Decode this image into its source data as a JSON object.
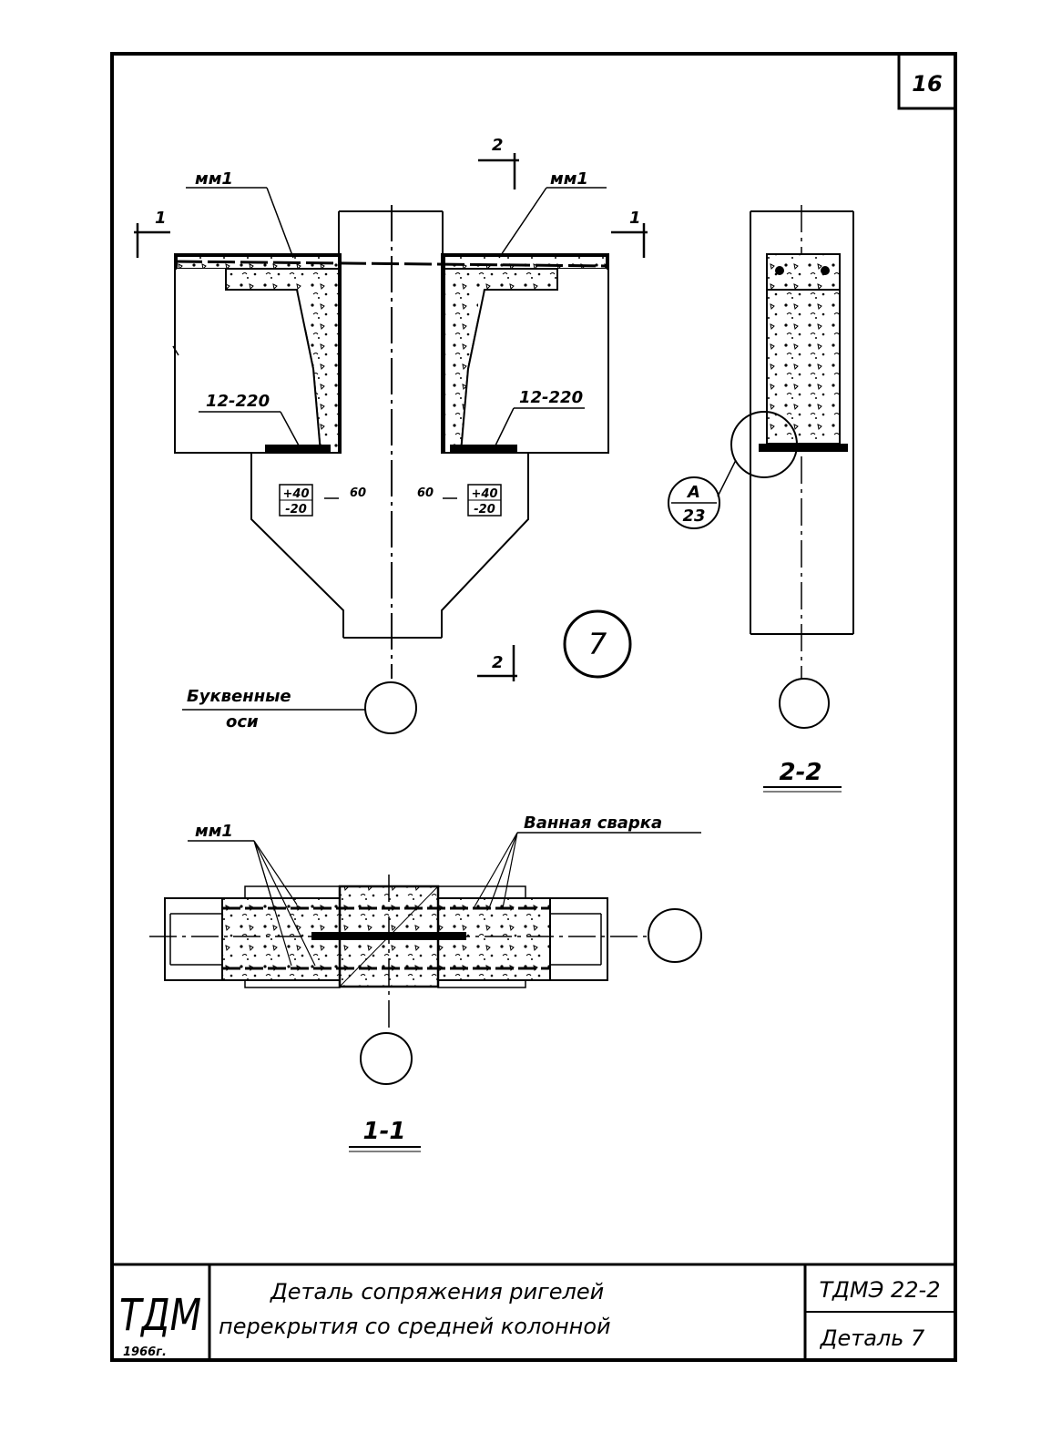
{
  "sheet": {
    "page_number": "16",
    "stamp": {
      "logo": "ТДМ",
      "year": "1966г."
    },
    "title_line1": "Деталь сопряжения ригелей",
    "title_line2": "перекрытия со средней колонной",
    "doc_code": "ТДМЭ 22-2",
    "detail_ref": "Деталь 7"
  },
  "main_view": {
    "label_mm1_left": "мм1",
    "label_mm1_right": "мм1",
    "label_bar_left": "12-220",
    "label_bar_right": "12-220",
    "dim_left": "60",
    "dim_right": "60",
    "tol_left_plus": "+40",
    "tol_left_minus": "-20",
    "tol_right_plus": "+40",
    "tol_right_minus": "-20",
    "cut1_left": "1",
    "cut1_right": "1",
    "cut2_top": "2",
    "cut2_bottom": "2",
    "detail_number": "7",
    "axes_line1": "Буквенные",
    "axes_line2": "оси"
  },
  "section_2_2": {
    "callout_top": "А",
    "callout_bottom": "23",
    "title": "2-2"
  },
  "section_1_1": {
    "label_mm1": "мм1",
    "label_weld": "Ванная сварка",
    "title": "1-1"
  }
}
